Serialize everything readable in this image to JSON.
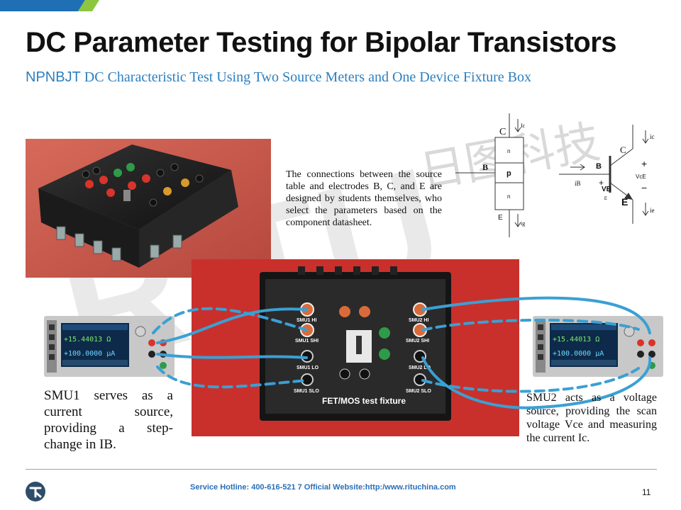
{
  "slide": {
    "title": "DC Parameter Testing for Bipolar Transistors",
    "subtitle_lead": "NPNBJT",
    "subtitle_rest": " DC Characteristic Test Using Two Source Meters and One Device Fixture Box"
  },
  "watermark": {
    "text": "RITU",
    "cn_text": "日图科技"
  },
  "connections_text": "The connections between the source table and electrodes B, C, and E are designed by students themselves, who select the parameters based on the component datasheet.",
  "smu1": {
    "readout_top": "+15.44013 Ω",
    "readout_bottom": "+100.0000 µA",
    "description": "SMU1 serves as a current source, providing a step-change in IB."
  },
  "smu2": {
    "readout_top": "+15.44013 Ω",
    "readout_bottom": "+100.0000 µA",
    "description": "SMU2 acts as a voltage source, providing the scan voltage Vce and measuring the current Ic."
  },
  "fixture": {
    "brand_label": "FET/MOS test fixture",
    "terminals": {
      "smu1_hi": "SMU1 HI",
      "smu1_shi": "SMU1 SHI",
      "smu1_lo": "SMU1 LO",
      "smu1_slo": "SMU1 SLO",
      "smu2_hi": "SMU2 HI",
      "smu2_shi": "SMU2 SHI",
      "smu2_lo": "SMU2 LO",
      "smu2_slo": "SMU2 SLO"
    }
  },
  "schematic": {
    "c_label": "C",
    "ic_label": "Ic",
    "b_label": "B",
    "e_label": "E",
    "ie_label": "ig",
    "layer_top": "n",
    "layer_mid": "p",
    "layer_bottom": "n"
  },
  "symbol": {
    "c_label": "C",
    "b_label": "B",
    "e_label": "E",
    "ib_label": "iB",
    "ic_label": "ic",
    "ie_label": "ie",
    "vce_label": "VcE",
    "vbe_label": "VB",
    "vbe_sub": "E",
    "plus": "+",
    "minus": "−"
  },
  "footer": {
    "hotline": "Service Hotline: 400-616-521 7 Official Website:http:/www.rituchina.com",
    "page_number": "11"
  },
  "colors": {
    "title": "#111111",
    "subtitle": "#2c7fbf",
    "wire": "#3aa0d4",
    "stripe_blue": "#1f6fb5",
    "stripe_green": "#8cc63f",
    "footer_text": "#2a6fb8",
    "fixture_bg": "#c9302c"
  }
}
